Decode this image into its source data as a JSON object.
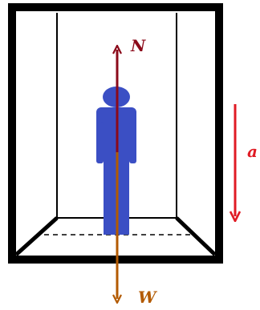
{
  "diagram": {
    "forces": {
      "normal": {
        "label": "N",
        "color": "#8b0a1a"
      },
      "weight": {
        "label": "W",
        "color": "#b35a00"
      }
    },
    "acceleration": {
      "label": "a",
      "color": "#e01b24"
    },
    "person_color": "#3b4fc4",
    "frame_color": "#000000"
  }
}
